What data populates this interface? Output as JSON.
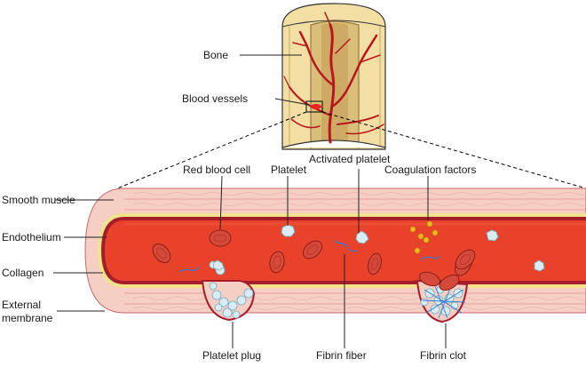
{
  "labels": {
    "bone": "Bone",
    "blood_vessels": "Blood vessels",
    "red_blood_cell": "Red blood cell",
    "platelet": "Platelet",
    "activated_platelet": "Activated platelet",
    "coagulation_factors": "Coagulation factors",
    "smooth_muscle": "Smooth muscle",
    "endothelium": "Endothelium",
    "collagen": "Collagen",
    "external_membrane_line1": "External",
    "external_membrane_line2": "membrane",
    "platelet_plug": "Platelet plug",
    "fibrin_fiber": "Fibrin fiber",
    "fibrin_clot": "Fibrin clot"
  },
  "colors": {
    "bone_outer": "#f3dfa4",
    "bone_inner": "#d9bf7a",
    "marrow": "#c8a35c",
    "vessel_red": "#b8161b",
    "outer_layer": "#f5cfc4",
    "muscle_stripe": "#e58f95",
    "collagen": "#f3e28c",
    "endothelium": "#a51d2a",
    "blood": "#e8432a",
    "rbc": "#d5493a",
    "platelet": "#d7ecf4",
    "coagulation": "#f0b820"
  }
}
